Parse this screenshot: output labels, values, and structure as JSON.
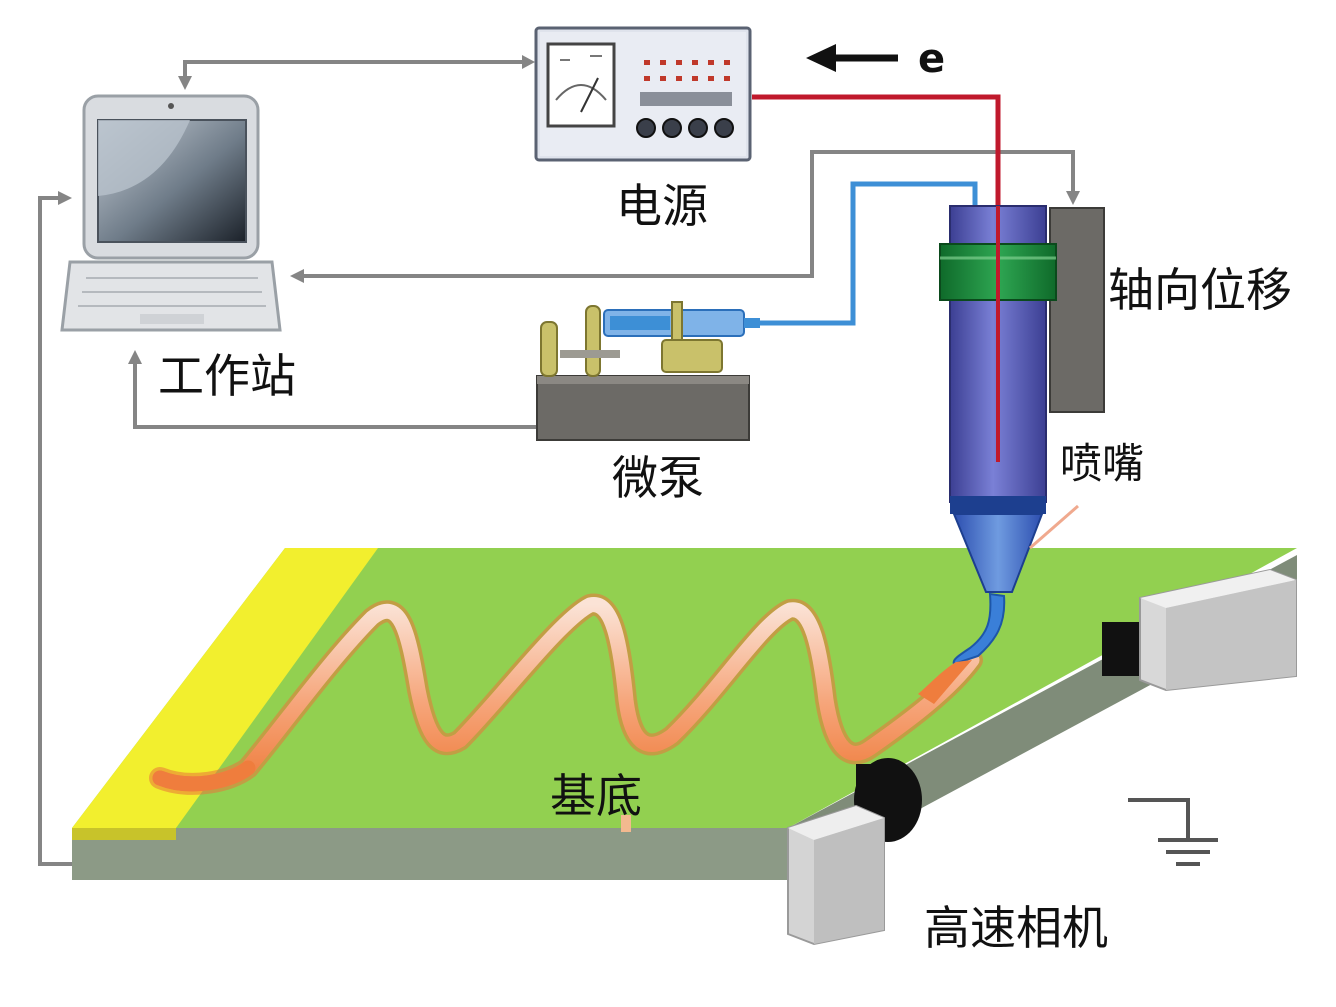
{
  "labels": {
    "power_supply": "电源",
    "workstation": "工作站",
    "micro_pump": "微泵",
    "axial_displacement": "轴向位移",
    "nozzle": "喷嘴",
    "substrate": "基底",
    "high_speed_camera": "高速相机",
    "electron": "e"
  },
  "colors": {
    "substrate_green": "#92d050",
    "substrate_yellow": "#f2ef2e",
    "fiber_orange": "#f5874b",
    "hv_wire_red": "#c0192c",
    "fluid_line_blue": "#3d8fd6",
    "signal_line_gray": "#7f7f7f",
    "nozzle_blue": "#5b61b8",
    "collar_green": "#1f8a3a"
  }
}
